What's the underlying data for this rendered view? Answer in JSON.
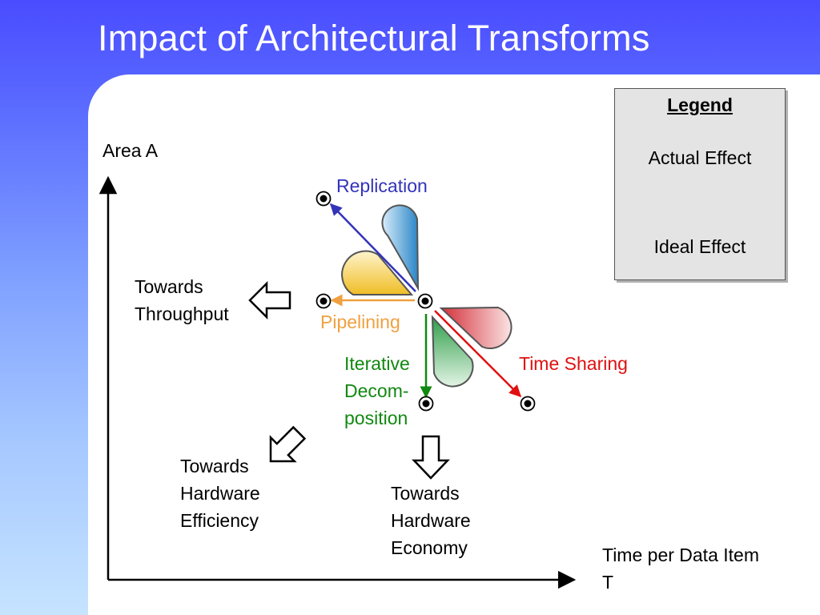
{
  "title": "Impact of Architectural Transforms",
  "axes": {
    "y_label": "Area A",
    "x_label_line1": "Time per Data Item",
    "x_label_line2": "T"
  },
  "transforms": {
    "replication": "Replication",
    "pipelining": "Pipelining",
    "iterative_line1": "Iterative",
    "iterative_line2": "Decom-",
    "iterative_line3": "position",
    "time_sharing": "Time Sharing"
  },
  "directions": {
    "throughput_line1": "Towards",
    "throughput_line2": "Throughput",
    "efficiency_line1": "Towards",
    "efficiency_line2": "Hardware",
    "efficiency_line3": "Efficiency",
    "economy_line1": "Towards",
    "economy_line2": "Hardware",
    "economy_line3": "Economy"
  },
  "legend": {
    "title": "Legend",
    "actual": "Actual Effect",
    "ideal": "Ideal Effect"
  },
  "colors": {
    "replication": "#3333bb",
    "pipelining": "#f0a040",
    "iterative": "#118811",
    "time_sharing": "#e01010"
  }
}
